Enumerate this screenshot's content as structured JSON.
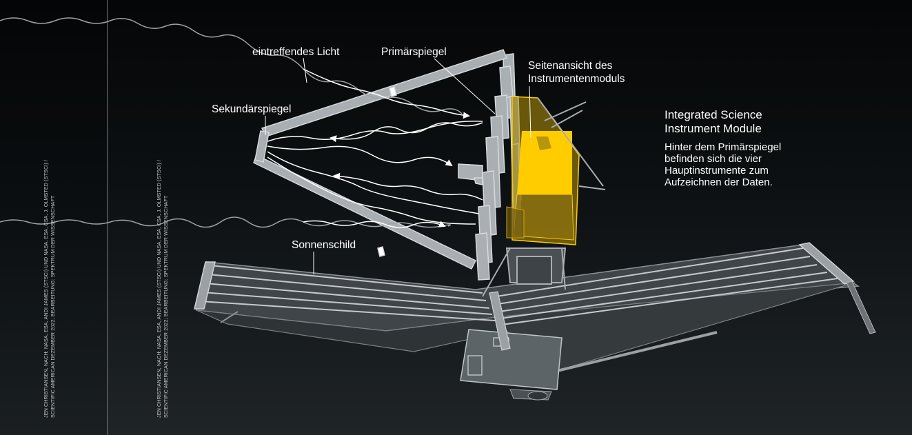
{
  "labels": {
    "incoming_light": "eintreffendes Licht",
    "primary_mirror": "Primärspiegel",
    "side_view_line1": "Seitenansicht des",
    "side_view_line2": "Instrumentenmoduls",
    "secondary_mirror": "Sekundärspiegel",
    "sunshield": "Sonnenschild"
  },
  "info": {
    "title_line1": "Integrated Science",
    "title_line2": "Instrument Module",
    "description": "Hinter dem Primärspiegel befinden sich die vier Hauptinstrumente zum Aufzeichnen der Daten."
  },
  "credits": {
    "left_line1": "JEN CHRISTIANSEN, NACH: NASA, ESA, ANDI JAMES (STSCI) UND NASA, ESA, CSA, J. OLMSTED (STSCI) /",
    "left_line2": "SCIENTIFIC AMERICAN DEZEMBER 2022; BEARBEITUNG: SPEKTRUM DER WISSENSCHAFT",
    "right_line1": "JEN CHRISTIANSEN, NACH: NASA, ESA, ANDI JAMES (STSCI) UND NASA, ESA, CSA, J. OLMSTED (STSCI) /",
    "right_line2": "SCIENTIFIC AMERICAN DEZEMBER 2022; BEARBEITUNG: SPEKTRUM DER WISSENSCHAFT"
  },
  "colors": {
    "instrument_module": "#ffcc00",
    "structure": "#b9bfc2",
    "sunshield": "#4a5053",
    "light_rays": "#ffffff"
  }
}
